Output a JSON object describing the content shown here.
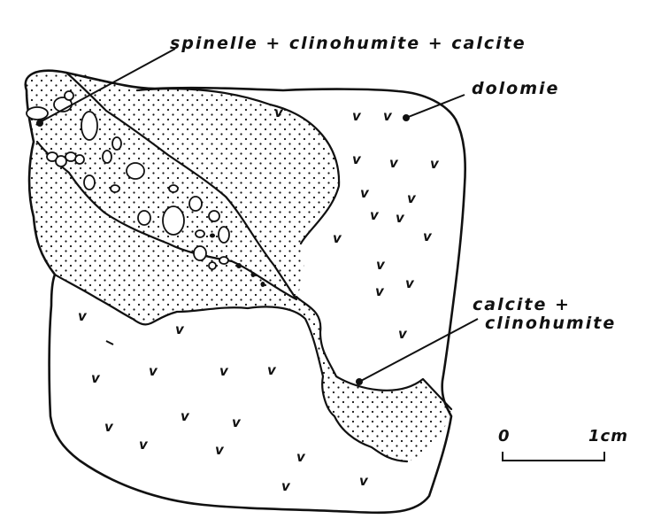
{
  "labels": {
    "spinel_zone": "spinelle + clinohumite + calcite",
    "dolomite": "dolomie",
    "calcite_line1": "calcite +",
    "calcite_line2": "clinohumite"
  },
  "scale_bar": {
    "start_label": "0",
    "end_label": "1cm"
  },
  "symbols": {
    "dolomite_mark": "v"
  },
  "colors": {
    "ink": "#111111",
    "paper": "#ffffff"
  }
}
